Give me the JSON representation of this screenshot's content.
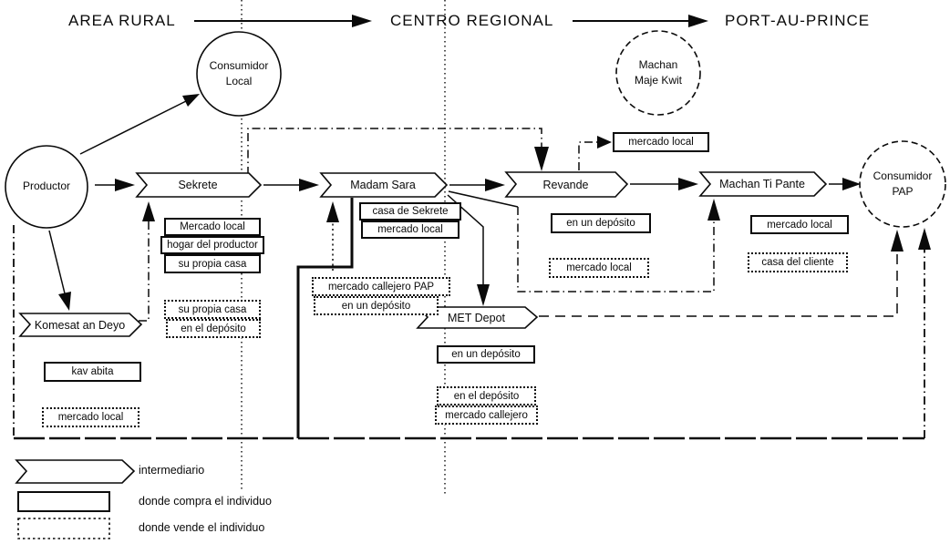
{
  "headers": {
    "rural": "AREA RURAL",
    "regional": "CENTRO REGIONAL",
    "pap": "PORT-AU-PRINCE"
  },
  "circles": {
    "productor": {
      "line1": "Productor",
      "line2": ""
    },
    "consumidor_local": {
      "line1": "Consumidor",
      "line2": "Local"
    },
    "machan_maje_kwit": {
      "line1": "Machan",
      "line2": "Maje Kwit"
    },
    "consumidor_pap": {
      "line1": "Consumidor",
      "line2": "PAP"
    }
  },
  "intermediaries": {
    "sekrete": "Sekrete",
    "madam_sara": "Madam Sara",
    "revande": "Revande",
    "machan_ti_pante": "Machan Ti Pante",
    "komesat_an_deyo": "Komesat an Deyo",
    "met_depot": "MET Depot"
  },
  "buy_boxes": {
    "sekrete_mercado_local": "Mercado local",
    "sekrete_hogar_productor": "hogar del productor",
    "sekrete_su_propia_casa": "su propia casa",
    "sara_casa_de_sekrete": "casa de Sekrete",
    "sara_mercado_local": "mercado local",
    "revande_en_un_deposito": "en un depósito",
    "revande_mercado_local_top": "mercado local",
    "pante_mercado_local": "mercado local",
    "komesat_kav_abita": "kav abita",
    "met_en_un_deposito": "en un depósito"
  },
  "sell_boxes": {
    "sekrete_su_propia_casa": "su propia casa",
    "sekrete_en_el_deposito": "en el depósito",
    "komesat_mercado_local": "mercado local",
    "sara_mercado_callejero_pap": "mercado callejero PAP",
    "sara_en_un_deposito": "en un depósito",
    "revande_mercado_local": "mercado local",
    "pante_casa_del_cliente": "casa del cliente",
    "met_en_el_deposito": "en el depósito",
    "met_mercado_callejero": "mercado callejero"
  },
  "legend": {
    "intermediario": "intermediario",
    "compra": "donde compra el individuo",
    "vende": "donde vende el individuo"
  },
  "colors": {
    "ink": "#0a0a0a",
    "background": "#ffffff"
  }
}
